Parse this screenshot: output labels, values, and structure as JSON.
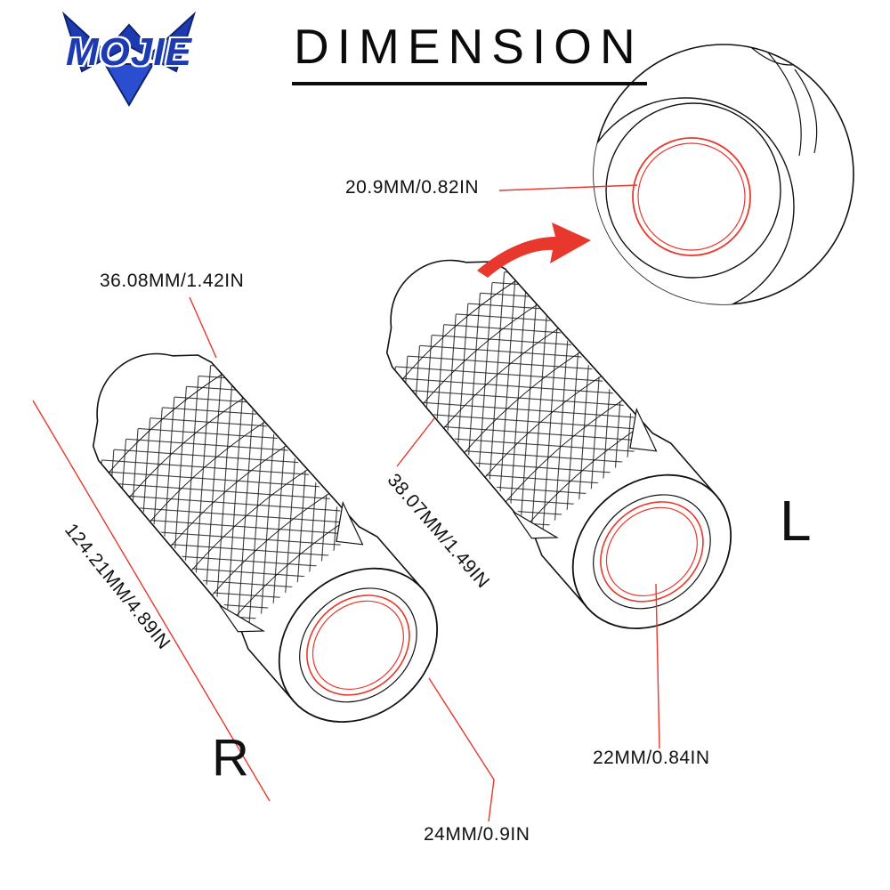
{
  "brand": {
    "name": "MOJIE"
  },
  "title": {
    "text": "DIMENSION"
  },
  "markers": {
    "right_grip": "R",
    "left_grip": "L"
  },
  "dimensions": {
    "bore_zoom": "20.9MM/0.82IN",
    "outer_front": "36.08MM/1.42IN",
    "outer_mid": "38.07MM/1.49IN",
    "length": "124.21MM/4.89IN",
    "end_left_grip": "22MM/0.84IN",
    "end_right_grip": "24MM/0.9IN"
  },
  "colors": {
    "line": "#111111",
    "accent_red": "#e8372c",
    "logo_blue": "#1d3bb0"
  }
}
